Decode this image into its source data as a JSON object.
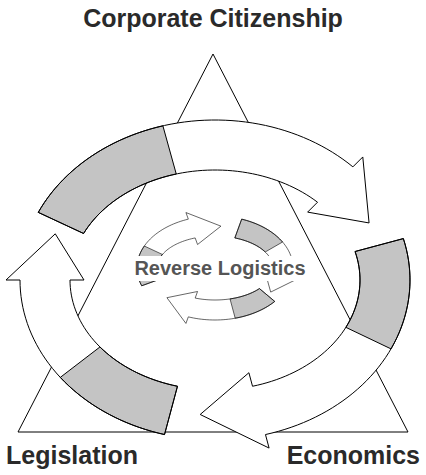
{
  "diagram": {
    "labels": [
      "Corporate Citizenship",
      "Reverse Logistics",
      "Legislation",
      "Economics"
    ]
  }
}
